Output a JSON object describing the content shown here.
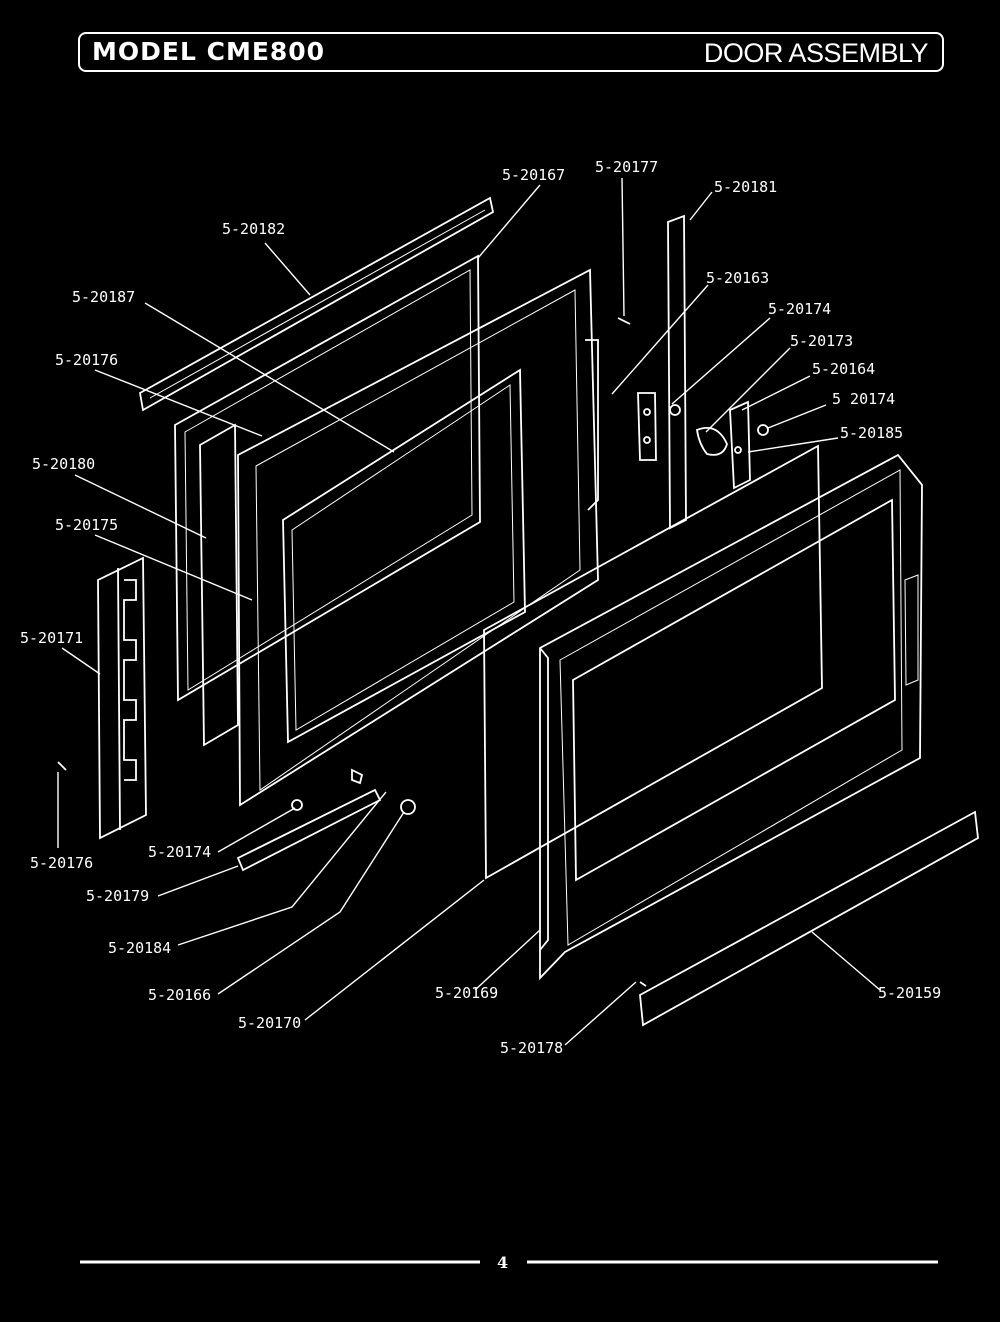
{
  "header": {
    "model": "MODEL CME800",
    "section": "DOOR ASSEMBLY"
  },
  "page_number": "4",
  "callouts": [
    "5-20167",
    "5-20177",
    "5-20181",
    "5-20182",
    "5-20187",
    "5-20163",
    "5-20174",
    "5-20176",
    "5-20173",
    "5-20164",
    "5 20174",
    "5-20185",
    "5-20180",
    "5-20175",
    "5-20171",
    "5-20176",
    "5-20174",
    "5-20179",
    "5-20184",
    "5-20166",
    "5-20170",
    "5-20169",
    "5-20178",
    "5-20159"
  ]
}
